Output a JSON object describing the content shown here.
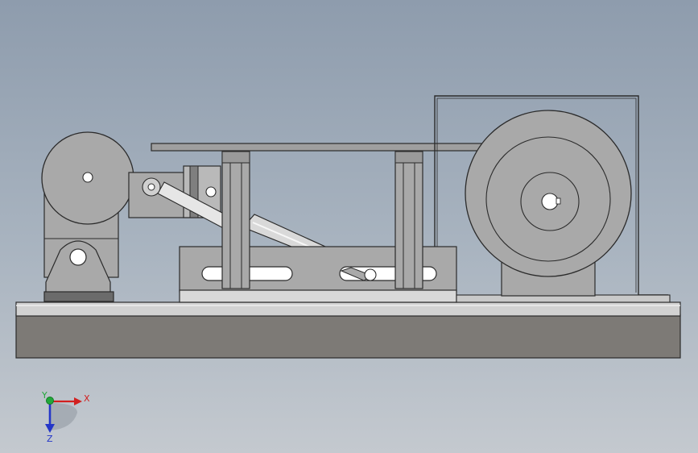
{
  "viewport": {
    "background_top": "#8e9cad",
    "background_bottom": "#c4c9cf"
  },
  "model": {
    "view": "front",
    "part_fill": "#a9a9a9",
    "part_stroke": "#2b2b2b",
    "base_fill": "#7d7a76",
    "rail_fill": "#cfcfcf",
    "dark_fill": "#6e6e6e"
  },
  "triad": {
    "x_label": "X",
    "y_label": "Y",
    "z_label": "Z",
    "x_color": "#d22020",
    "y_color": "#22a83a",
    "z_color": "#2436c8"
  }
}
